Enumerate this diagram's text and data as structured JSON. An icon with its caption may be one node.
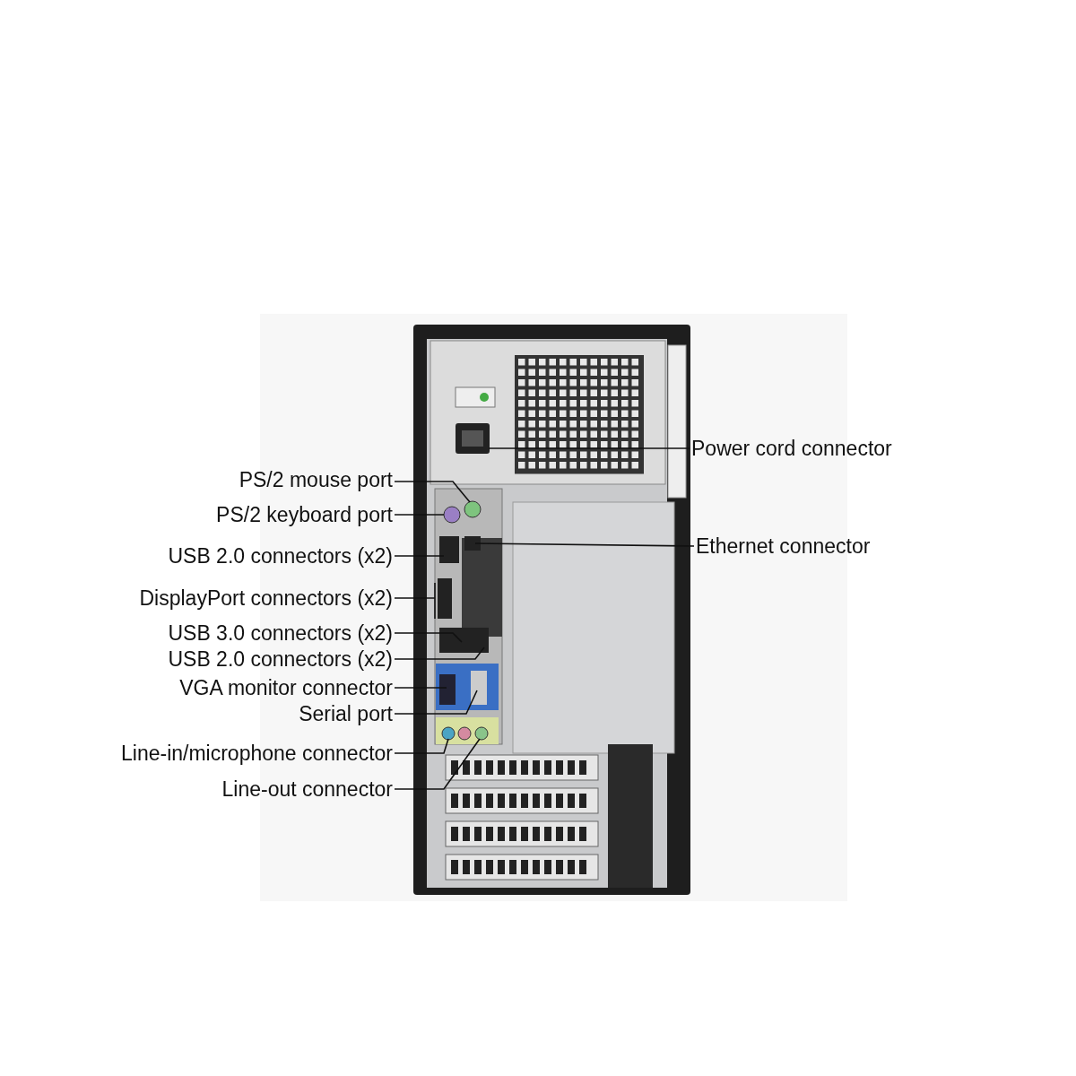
{
  "diagram": {
    "nodes": [
      {
        "text": [
          "Power cord connector"
        ]
      },
      {
        "text": [
          "PS/2 mouse port"
        ]
      },
      {
        "text": [
          "PS/2 keyboard port"
        ]
      },
      {
        "text": [
          "Ethernet connector"
        ]
      },
      {
        "text": [
          "USB 2.0 connectors (x2)"
        ]
      },
      {
        "text": [
          "DisplayPort connectors (x2)"
        ]
      },
      {
        "text": [
          "USB 3.0 connectors (x2)"
        ]
      },
      {
        "text": [
          "USB 2.0 connectors (x2)"
        ]
      },
      {
        "text": [
          "VGA monitor connector"
        ]
      },
      {
        "text": [
          "Serial port"
        ]
      },
      {
        "text": [
          "Line-in/microphone connector"
        ]
      },
      {
        "text": [
          "Line-out connector"
        ]
      }
    ],
    "edges": [
      {
        "from": 0,
        "to": null,
        "arrow": "none"
      },
      {
        "from": 1,
        "to": null,
        "arrow": "none"
      },
      {
        "from": 2,
        "to": null,
        "arrow": "none"
      },
      {
        "from": 3,
        "to": null,
        "arrow": "none"
      },
      {
        "from": 4,
        "to": null,
        "arrow": "none"
      },
      {
        "from": 5,
        "to": null,
        "arrow": "none"
      },
      {
        "from": 6,
        "to": null,
        "arrow": "none"
      },
      {
        "from": 7,
        "to": null,
        "arrow": "none"
      },
      {
        "from": 8,
        "to": null,
        "arrow": "none"
      },
      {
        "from": 9,
        "to": null,
        "arrow": "none"
      },
      {
        "from": 10,
        "to": null,
        "arrow": "none"
      },
      {
        "from": 11,
        "to": null,
        "arrow": "none"
      }
    ]
  }
}
